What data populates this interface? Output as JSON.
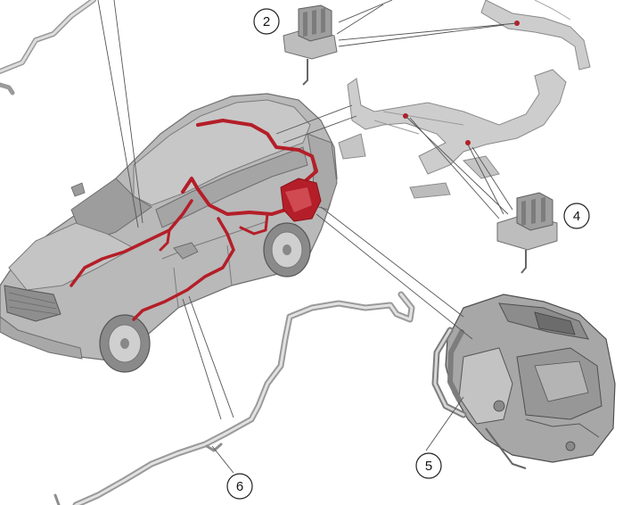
{
  "callouts": [
    {
      "id": "2",
      "label": "2"
    },
    {
      "id": "4",
      "label": "4"
    },
    {
      "id": "5",
      "label": "5"
    },
    {
      "id": "6",
      "label": "6"
    }
  ],
  "colors": {
    "harness_red": "#b41e28",
    "body_grey": "#b9b9b9",
    "body_dark": "#8a8a8a",
    "duct_grey": "#cdcdcd",
    "pipe_grey": "#a8a8a8",
    "leader": "#555555"
  },
  "icons": {
    "vehicle": "vehicle-illustration",
    "hvac_unit": "hvac-unit-illustration",
    "blower_module": "blower-module-illustration",
    "ducts": "air-duct-illustration",
    "pipes": "coolant-pipe-illustration"
  }
}
